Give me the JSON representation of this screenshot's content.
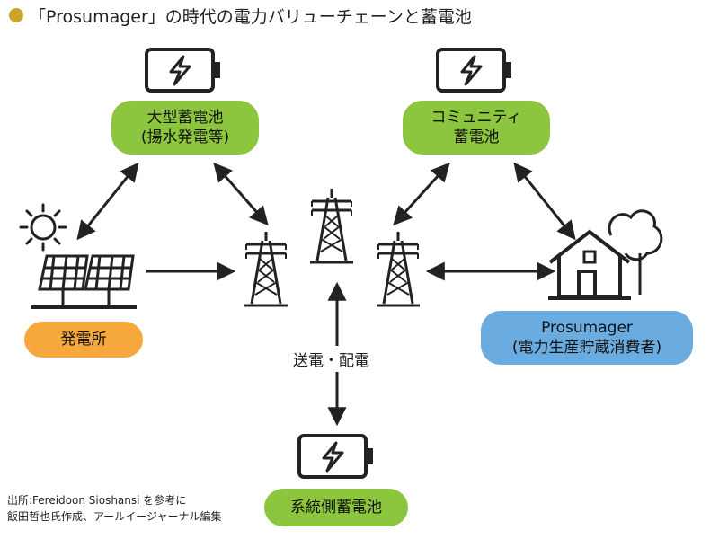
{
  "title": "「Prosumager」の時代の電力バリューチェーンと蓄電池",
  "nodes": {
    "large_storage": [
      "大型蓄電池",
      "(揚水発電等)"
    ],
    "community_storage": [
      "コミュニティ",
      "蓄電池"
    ],
    "generation": "発電所",
    "prosumager": [
      "Prosumager",
      "(電力生産貯蔵消費者)"
    ],
    "grid_storage": "系統側蓄電池"
  },
  "transmission_label": "送電・配電",
  "source": [
    "出所:Fereidoon Sioshansi を参考に",
    "飯田哲也氏作成、アールイージャーナル編集"
  ],
  "colors": {
    "title_dot": "#c9a52a",
    "green": "#8cc63f",
    "orange": "#f7a83c",
    "blue": "#6aabe0",
    "line": "#222222",
    "bolt": "#222222"
  },
  "icons": [
    "battery-icon",
    "sun-icon",
    "solar-panel-icon",
    "transmission-tower-icon",
    "house-icon",
    "tree-icon"
  ]
}
